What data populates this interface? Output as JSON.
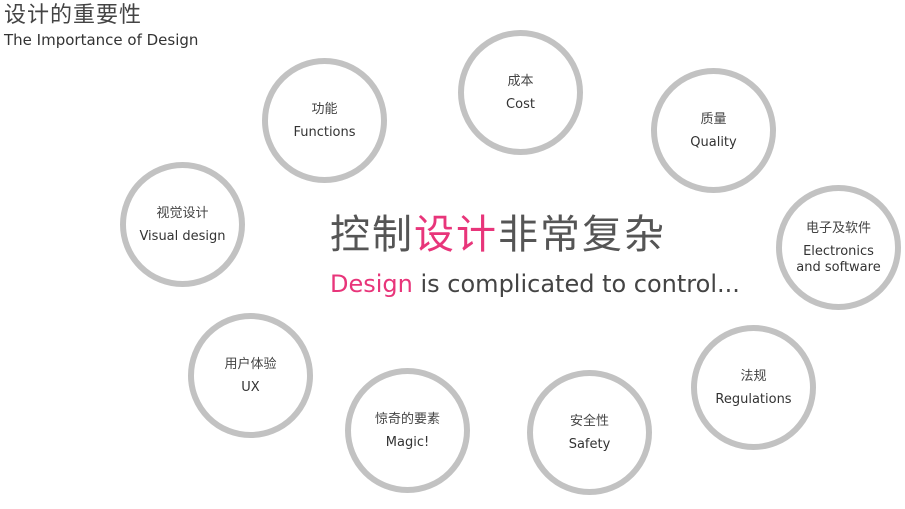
{
  "header": {
    "title_zh": "设计的重要性",
    "title_en": "The Importance of Design"
  },
  "center": {
    "zh_part1": "控制",
    "zh_highlight": "设计",
    "zh_part2": "非常复杂",
    "en_highlight": "Design",
    "en_rest": " is complicated to control..."
  },
  "colors": {
    "highlight": "#e8357a",
    "circle_border": "#c2c2c2"
  },
  "circles": {
    "cost": {
      "zh": "成本",
      "en": "Cost"
    },
    "functions": {
      "zh": "功能",
      "en": "Functions"
    },
    "quality": {
      "zh": "质量",
      "en": "Quality"
    },
    "visual": {
      "zh": "视觉设计",
      "en": "Visual design"
    },
    "electronics": {
      "zh": "电子及软件",
      "en": "Electronics and software"
    },
    "ux": {
      "zh": "用户体验",
      "en": "UX"
    },
    "regulations": {
      "zh": "法规",
      "en": "Regulations"
    },
    "magic": {
      "zh": "惊奇的要素",
      "en": "Magic!"
    },
    "safety": {
      "zh": "安全性",
      "en": "Safety"
    }
  }
}
